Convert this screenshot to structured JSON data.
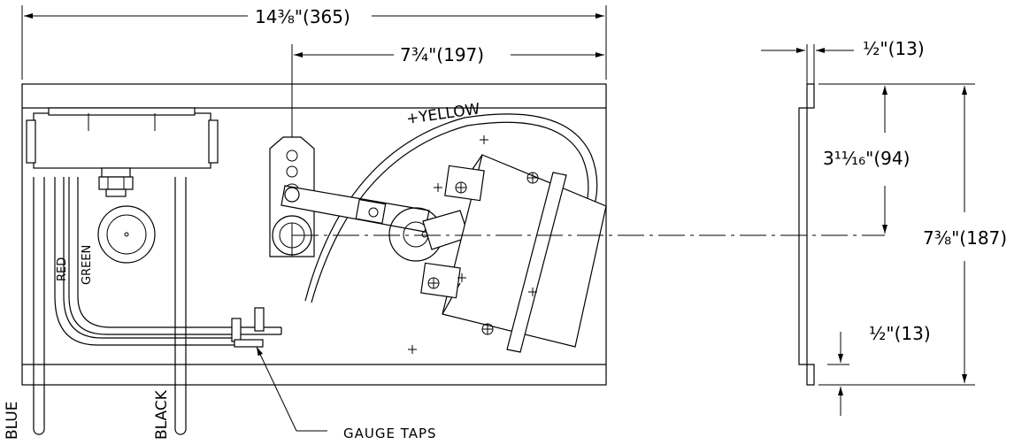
{
  "dims": {
    "overall_width": "14⅜\"(365)",
    "offset_center": "7¾\"(197)",
    "side_top_gap": "½\"(13)",
    "side_center": "3¹¹⁄₁₆\"(94)",
    "overall_height": "7⅜\"(187)",
    "side_bottom_gap": "½\"(13)"
  },
  "labels": {
    "yellow": "+YELLOW",
    "red": "RED",
    "green": "GREEN",
    "blue": "BLUE",
    "black": "BLACK",
    "gauge_taps": "GAUGE TAPS"
  }
}
